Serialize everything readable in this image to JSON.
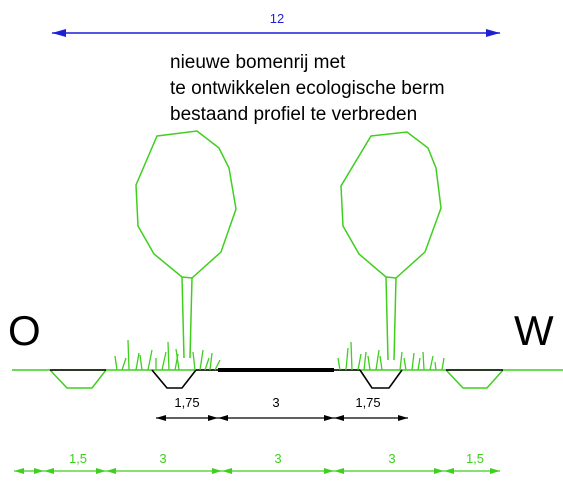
{
  "total_width": {
    "label": "12"
  },
  "notes": [
    "nieuwe bomenrij met",
    "te ontwikkelen ecologische berm",
    "bestaand profiel te verbreden"
  ],
  "sides": {
    "left": "O",
    "right": "W"
  },
  "inner_dimensions": [
    "1,75",
    "3",
    "1,75"
  ],
  "outer_dimensions": [
    "1,5",
    "3",
    "3",
    "3",
    "1,5"
  ],
  "colors": {
    "total_dimension": "#1f1fd6",
    "trees_and_grass": "#3fcf1f",
    "ground_line": "#3fcf1f",
    "ditch": "#3fcf1f",
    "road": "#000000",
    "inner_dimension": "#000000",
    "outer_dimension": "#3fcf1f"
  }
}
